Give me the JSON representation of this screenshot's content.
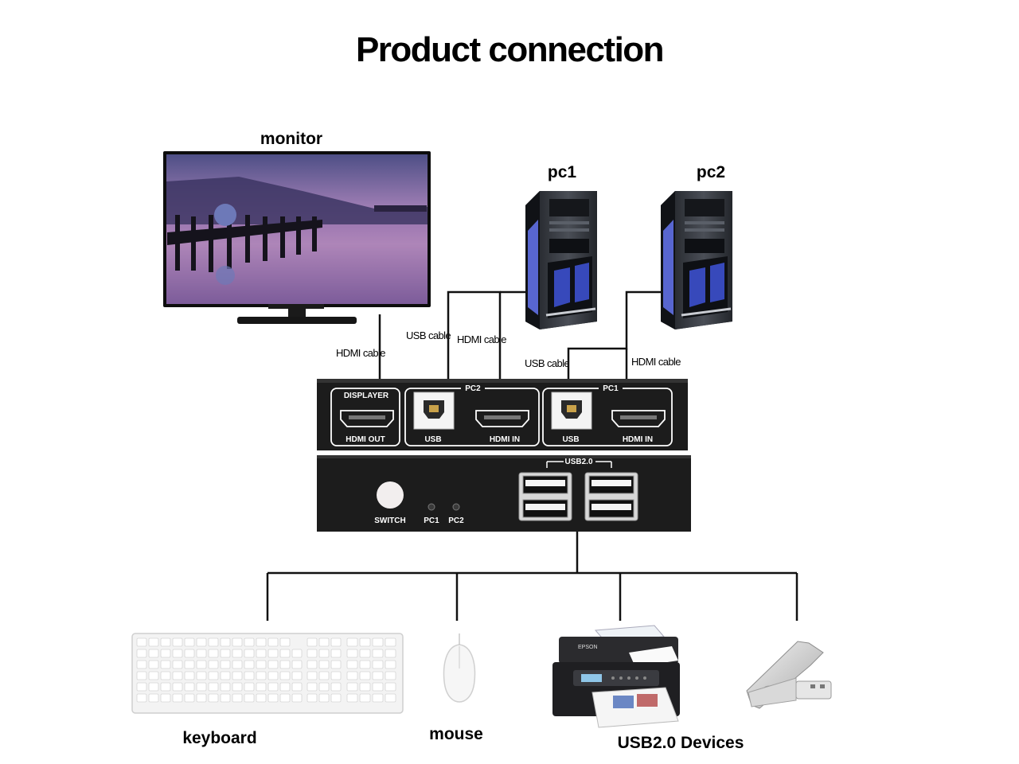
{
  "title": "Product connection",
  "devices": {
    "monitor": "monitor",
    "pc1": "pc1",
    "pc2": "pc2",
    "keyboard": "keyboard",
    "mouse": "mouse",
    "usb_devices": "USB2.0 Devices"
  },
  "cables": {
    "monitor_hdmi": "HDMI cable",
    "pc2_usb": "USB cable",
    "pc2_hdmi": "HDMI cable",
    "pc1_usb": "USB cable",
    "pc1_hdmi": "HDMI cable"
  },
  "kvm_back": {
    "displayer": "DISPLAYER",
    "hdmi_out": "HDMI OUT",
    "pc2_group": "PC2",
    "pc1_group": "PC1",
    "usb": "USB",
    "hdmi_in": "HDMI IN"
  },
  "kvm_front": {
    "usb2_group": "USB2.0",
    "switch": "SWITCH",
    "pc1_led": "PC1",
    "pc2_led": "PC2"
  },
  "printer_brand": "EPSON",
  "colors": {
    "kvm_body": "#1c1c1c",
    "wire": "#111111",
    "screen_sky_top": "#5a5a8c",
    "screen_sky_bottom": "#d6a0c8",
    "pc_window_glow": "#6a7cff"
  }
}
